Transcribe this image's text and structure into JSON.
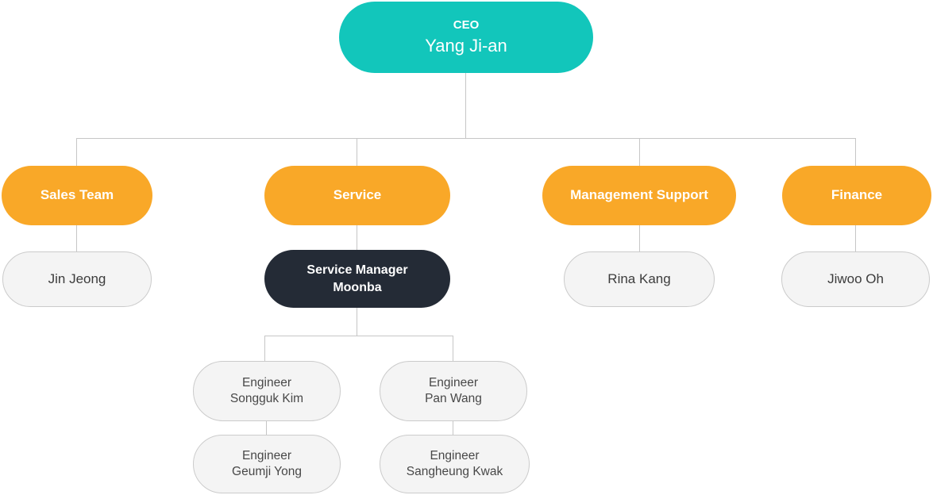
{
  "colors": {
    "ceo_fill": "#12C6BB",
    "department_fill": "#F9A828",
    "manager_fill": "#242B36",
    "member_fill": "#F4F4F4",
    "member_border": "#CBCBCB",
    "connector_line": "#C6C6C6",
    "light_text": "#FFFFFF",
    "dark_text": "#3C3C3C"
  },
  "ceo": {
    "title": "CEO",
    "name": "Yang Ji-an"
  },
  "departments": [
    {
      "label": "Sales Team"
    },
    {
      "label": "Service"
    },
    {
      "label": "Management Support"
    },
    {
      "label": "Finance"
    }
  ],
  "members": {
    "sales": "Jin Jeong",
    "management": "Rina Kang",
    "finance": "Jiwoo Oh"
  },
  "service_manager": {
    "title": "Service Manager",
    "name": "Moonba"
  },
  "engineers": [
    {
      "title": "Engineer",
      "name": "Songguk Kim"
    },
    {
      "title": "Engineer",
      "name": "Pan Wang"
    },
    {
      "title": "Engineer",
      "name": "Geumji Yong"
    },
    {
      "title": "Engineer",
      "name": "Sangheung Kwak"
    }
  ]
}
